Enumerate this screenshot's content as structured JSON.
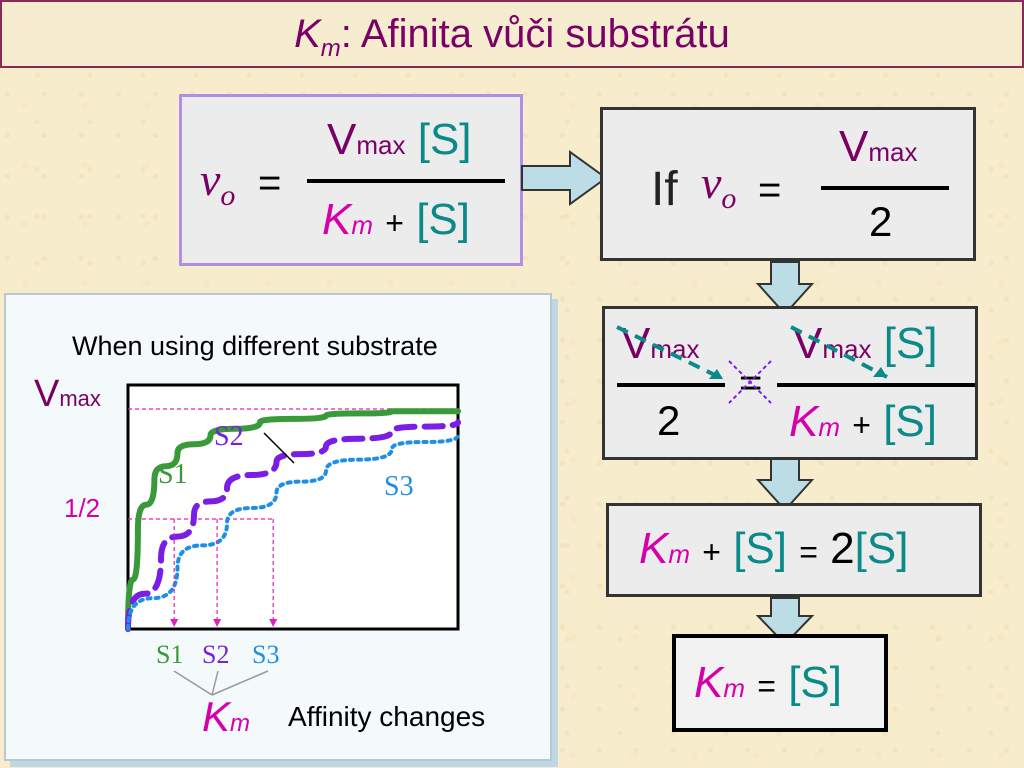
{
  "title": {
    "var": "K",
    "sub": "m",
    "rest": ": Afinita vůči substrátu"
  },
  "equation1": {
    "lhs_var": "v",
    "lhs_sub": "o",
    "equals": "=",
    "num_v": "V",
    "num_max": "max",
    "num_s": "[S]",
    "den_k": "K",
    "den_m": "m",
    "den_plus": "+",
    "den_s": "[S]"
  },
  "equation2": {
    "if_text": "If",
    "lhs_var": "v",
    "lhs_sub": "o",
    "equals": "=",
    "num_v": "V",
    "num_max": "max",
    "den": "2"
  },
  "equation3": {
    "left_num_v": "V",
    "left_num_max": "max",
    "left_den": "2",
    "equals": "=",
    "right_num_v": "V",
    "right_num_max": "max",
    "right_num_s": "[S]",
    "den_k": "K",
    "den_m": "m",
    "den_plus": "+",
    "den_s": "[S]"
  },
  "equation4": {
    "k": "K",
    "m": "m",
    "plus": "+",
    "s1": "[S]",
    "equals": "=",
    "two": "2",
    "s2": "[S]"
  },
  "equation5": {
    "k": "K",
    "m": "m",
    "equals": "=",
    "s": "[S]"
  },
  "chart": {
    "heading": "When using different substrate",
    "vmax_v": "V",
    "vmax_max": "max",
    "half_label": "1/2",
    "curve_labels": [
      "S1",
      "S2",
      "S3"
    ],
    "x_labels": [
      "S1",
      "S2",
      "S3"
    ],
    "km_k": "K",
    "km_m": "m",
    "note": "Affinity changes"
  },
  "colors": {
    "s1": "#3a9a3a",
    "s2": "#7a1ee6",
    "s3": "#1e8fe6",
    "guide": "#e020c0",
    "teal": "#0b8a8a",
    "arrow_fill": "#bcdce6"
  },
  "chart_data": {
    "type": "line",
    "title": "When using different substrate",
    "xlabel": "",
    "ylabel": "",
    "series": [
      {
        "name": "S1",
        "style": "solid",
        "x": [
          0,
          0.03,
          0.08,
          0.15,
          0.25,
          0.4,
          0.6,
          0.8,
          1.0
        ],
        "y": [
          0,
          0.45,
          0.68,
          0.8,
          0.88,
          0.94,
          0.97,
          0.99,
          0.99
        ]
      },
      {
        "name": "S2",
        "style": "dashed",
        "x": [
          0,
          0.1,
          0.2,
          0.3,
          0.45,
          0.6,
          0.8,
          1.0
        ],
        "y": [
          0,
          0.32,
          0.52,
          0.64,
          0.76,
          0.83,
          0.9,
          0.94
        ]
      },
      {
        "name": "S3",
        "style": "dotted",
        "x": [
          0,
          0.15,
          0.3,
          0.45,
          0.6,
          0.8,
          1.0
        ],
        "y": [
          0,
          0.28,
          0.48,
          0.62,
          0.72,
          0.82,
          0.88
        ]
      }
    ],
    "half_vmax_points": [
      {
        "name": "S1",
        "x": 0.14,
        "y": 0.5
      },
      {
        "name": "S2",
        "x": 0.27,
        "y": 0.5
      },
      {
        "name": "S3",
        "x": 0.44,
        "y": 0.5
      }
    ],
    "ylim": [
      0,
      1
    ],
    "xlim": [
      0,
      1
    ],
    "grid": false
  }
}
